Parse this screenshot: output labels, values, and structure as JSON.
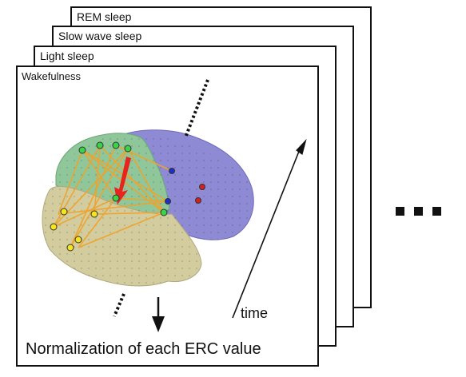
{
  "panels": [
    {
      "title": "REM sleep"
    },
    {
      "title": "Slow wave sleep"
    },
    {
      "title": "Light sleep"
    },
    {
      "title": "Wakefulness"
    }
  ],
  "caption": "Normalization of each ERC value",
  "time_label": "time",
  "colors": {
    "frontal_lobe": "#8fc79b",
    "parietal_occipital": "#8e8ad4",
    "temporal_lobe": "#d3cc9e",
    "connections": "#f0a32c",
    "strong_connection": "#e8241c",
    "node_green": "#3bd34a",
    "node_blue": "#1b2fcf",
    "node_red": "#d42020",
    "node_yellow": "#f4e61a"
  },
  "icons": [
    "down-arrow-icon",
    "time-arrow-icon",
    "ellipsis-icon"
  ]
}
